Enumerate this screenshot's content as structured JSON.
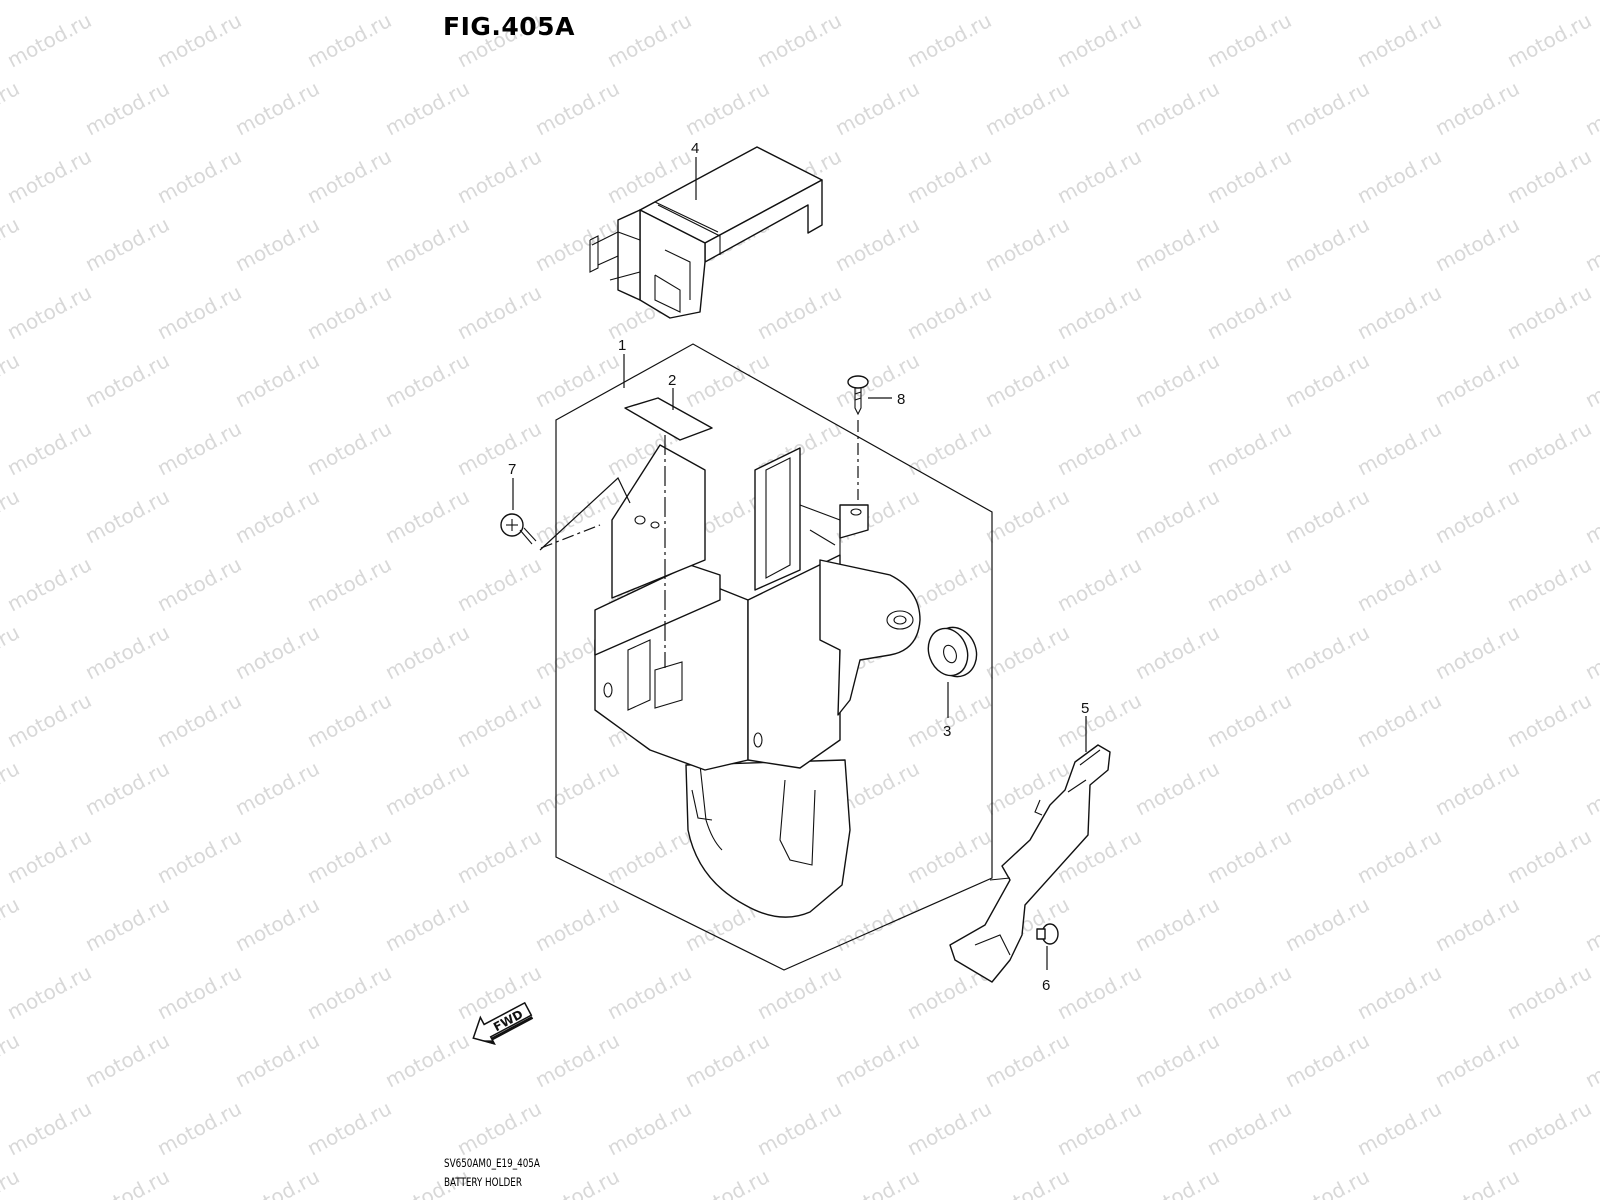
{
  "header": {
    "figure_title": "FIG.405A"
  },
  "watermark": {
    "text": "motod.ru",
    "color": "#d8d8d8"
  },
  "callouts": {
    "c1": "1",
    "c2": "2",
    "c3": "3",
    "c4": "4",
    "c5": "5",
    "c6": "6",
    "c7": "7",
    "c8": "8"
  },
  "direction_badge": {
    "text": "FWD"
  },
  "footer": {
    "diagram_code": "SV650AM0_E19_405A",
    "diagram_name": "BATTERY HOLDER"
  }
}
